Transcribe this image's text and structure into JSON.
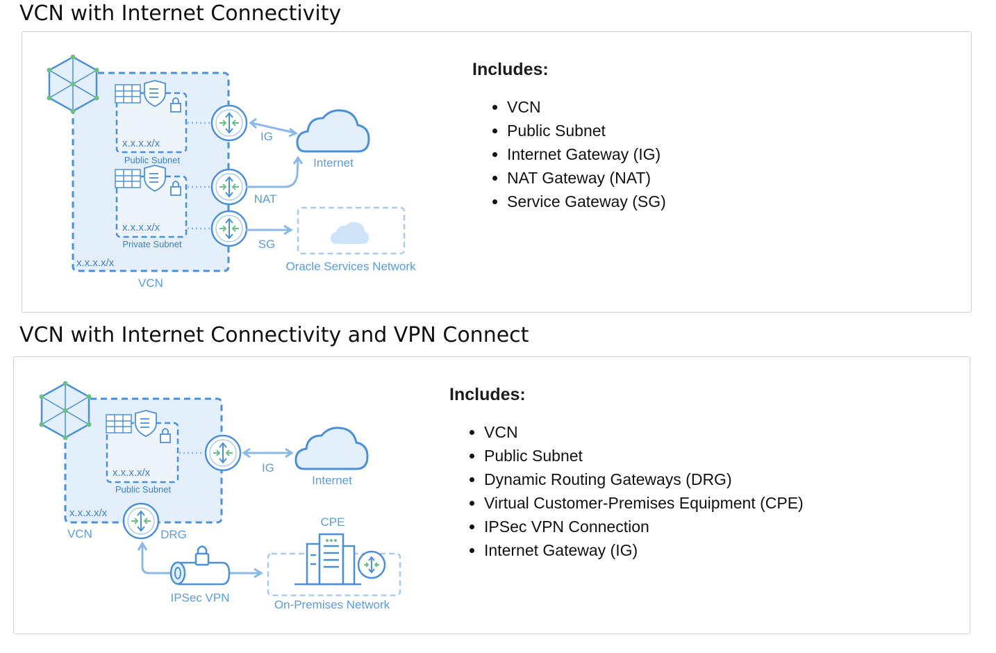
{
  "sections": [
    {
      "title": "VCN with Internet Connectivity",
      "includes_heading": "Includes:",
      "includes": [
        "VCN",
        "Public Subnet",
        "Internet Gateway (IG)",
        "NAT Gateway (NAT)",
        "Service Gateway (SG)"
      ],
      "diagram": {
        "subnet1_cidr": "x.x.x.x/x",
        "subnet1_label": "Public Subnet",
        "subnet2_cidr": "x.x.x.x/x",
        "subnet2_label": "Private Subnet",
        "vcn_cidr": "x.x.x.x/x",
        "vcn_label": "VCN",
        "ig_label": "IG",
        "nat_label": "NAT",
        "sg_label": "SG",
        "internet_label": "Internet",
        "osn_label": "Oracle Services Network"
      }
    },
    {
      "title": "VCN with Internet Connectivity and VPN Connect",
      "includes_heading": "Includes:",
      "includes": [
        "VCN",
        "Public Subnet",
        "Dynamic Routing Gateways (DRG)",
        "Virtual Customer-Premises Equipment (CPE)",
        "IPSec VPN Connection",
        "Internet Gateway (IG)"
      ],
      "diagram": {
        "subnet_cidr": "x.x.x.x/x",
        "subnet_label": "Public Subnet",
        "vcn_cidr": "x.x.x.x/x",
        "vcn_label": "VCN",
        "drg_label": "DRG",
        "ig_label": "IG",
        "internet_label": "Internet",
        "cpe_label": "CPE",
        "ipsec_label": "IPSec VPN",
        "onprem_label": "On-Premises Network"
      }
    }
  ]
}
